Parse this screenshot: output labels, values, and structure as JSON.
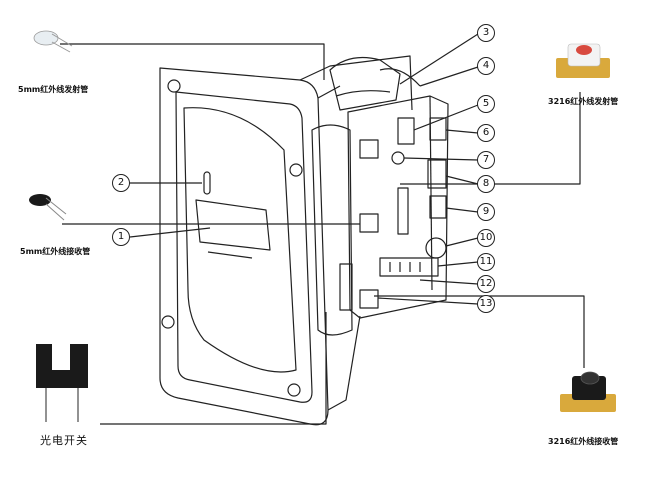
{
  "labels": {
    "ir_emitter_5mm": "5mm红外线发射管",
    "ir_receiver_5mm": "5mm红外线接收管",
    "photo_switch": "光电开关",
    "ir_emitter_3216": "3216红外线发射管",
    "ir_receiver_3216": "3216红外线接收管"
  },
  "callouts": [
    "1",
    "2",
    "3",
    "4",
    "5",
    "6",
    "7",
    "8",
    "9",
    "10",
    "11",
    "12",
    "13"
  ],
  "colors": {
    "line": "#222222",
    "component_dark": "#1a1a1a",
    "pcb_gold": "#d9a93c",
    "lens_red": "#d84a3f"
  }
}
